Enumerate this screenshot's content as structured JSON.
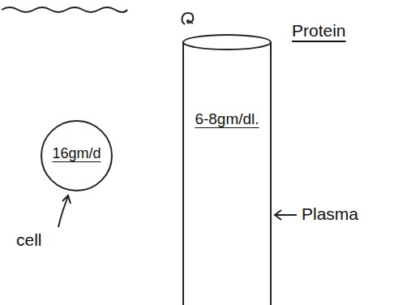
{
  "diagram": {
    "nodes": [
      {
        "text": [
          "16gm/d"
        ]
      },
      {
        "text": [
          "6-8gm/dl."
        ]
      }
    ],
    "labels": [
      "Protein",
      "cell",
      "Plasma"
    ]
  }
}
